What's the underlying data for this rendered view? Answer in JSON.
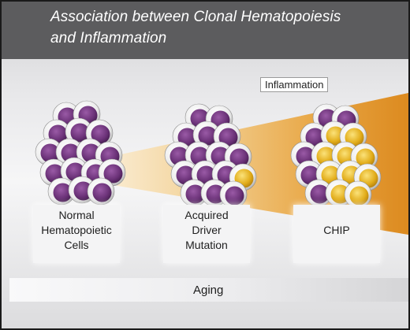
{
  "title": {
    "line1": "Association between Clonal Hematopoiesis",
    "line2": "and Inflammation"
  },
  "inflammation_label": "Inflammation",
  "stages": [
    {
      "lines": [
        "Normal",
        "Hematopoietic",
        "Cells"
      ]
    },
    {
      "lines": [
        "Acquired",
        "Driver",
        "Mutation"
      ]
    },
    {
      "lines": [
        "CHIP"
      ]
    }
  ],
  "aging_label": "Aging",
  "colors": {
    "normal_cell": "#6b3278",
    "mutant_cell": "#e2ad1a",
    "cell_rim": "#ececec",
    "inflammation": "#e3962e",
    "title_bar": "#5c5c5e"
  }
}
